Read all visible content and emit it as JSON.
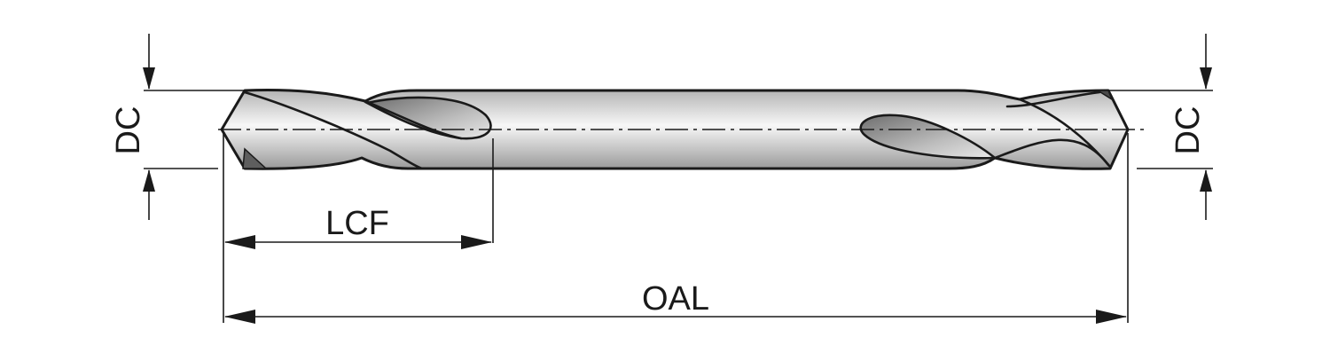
{
  "diagram": {
    "labels": {
      "dc_left": "DC",
      "dc_right": "DC",
      "lcf": "LCF",
      "oal": "OAL"
    }
  }
}
